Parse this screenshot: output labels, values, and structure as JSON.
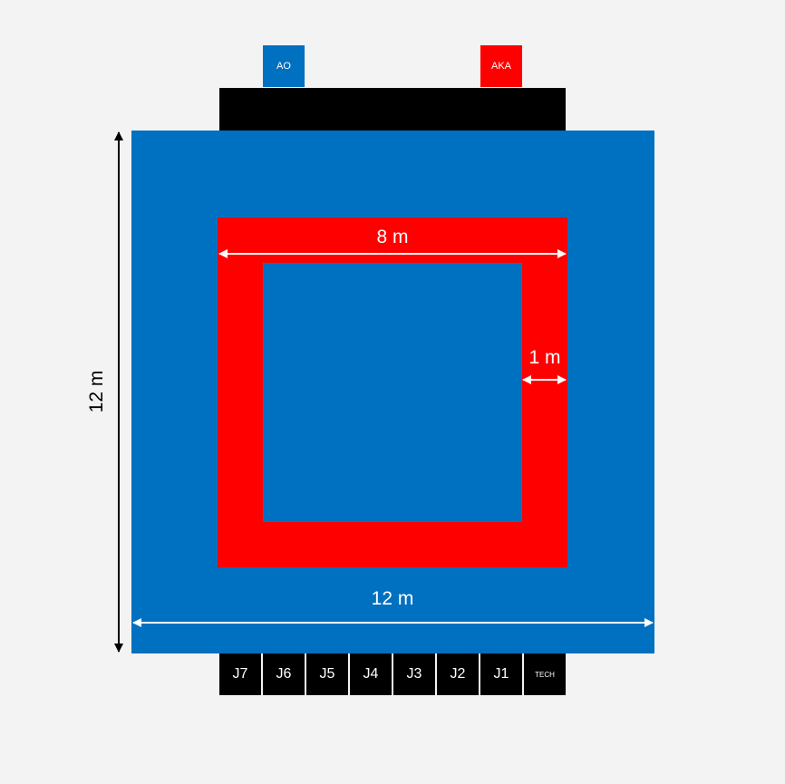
{
  "flags": {
    "ao": {
      "label": "AO",
      "color": "#0070c0"
    },
    "aka": {
      "label": "AKA",
      "color": "#ff0000"
    }
  },
  "colors": {
    "mat_blue": "#0070c0",
    "band_red": "#ff0000",
    "table_black": "#000000",
    "background": "#f3f3f3"
  },
  "dimensions": {
    "inner_width": "8 m",
    "band_width": "1 m",
    "outer_width": "12 m",
    "outer_height": "12 m"
  },
  "judges": [
    "J7",
    "J6",
    "J5",
    "J4",
    "J3",
    "J2",
    "J1",
    "TECH"
  ]
}
